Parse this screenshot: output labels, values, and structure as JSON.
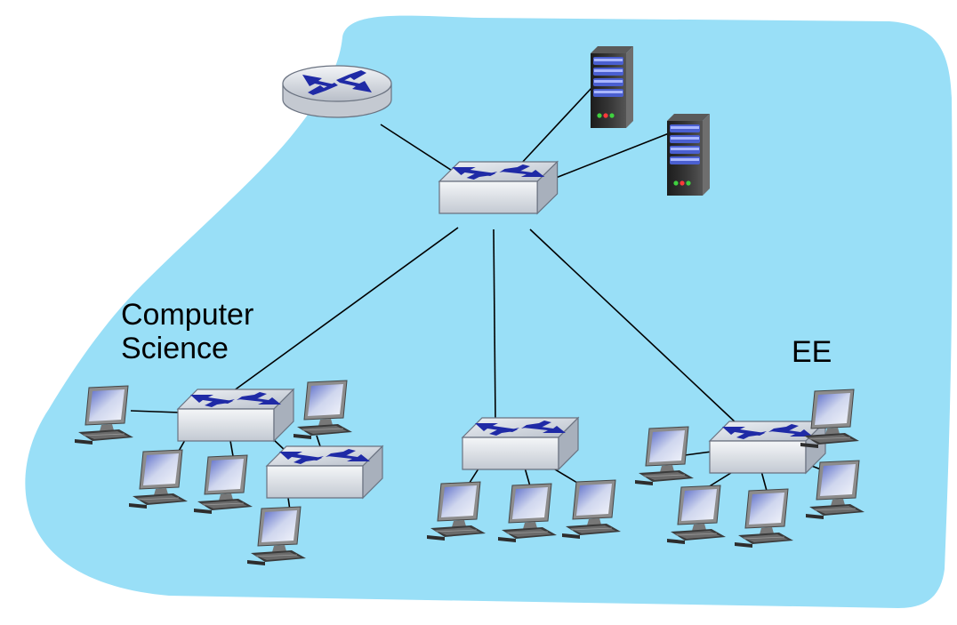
{
  "labels": {
    "cs_line1": "Computer",
    "cs_line2": "Science",
    "ee": "EE"
  },
  "colors": {
    "cloud": "#99dff7",
    "link": "#000000",
    "switch_body": "#d9dde3",
    "switch_arrows": "#1f2aa6",
    "server": "#2b2b2b"
  },
  "icons": {
    "router": "router-icon",
    "switch": "switch-icon",
    "server": "server-icon",
    "host": "desktop-computer-icon"
  }
}
